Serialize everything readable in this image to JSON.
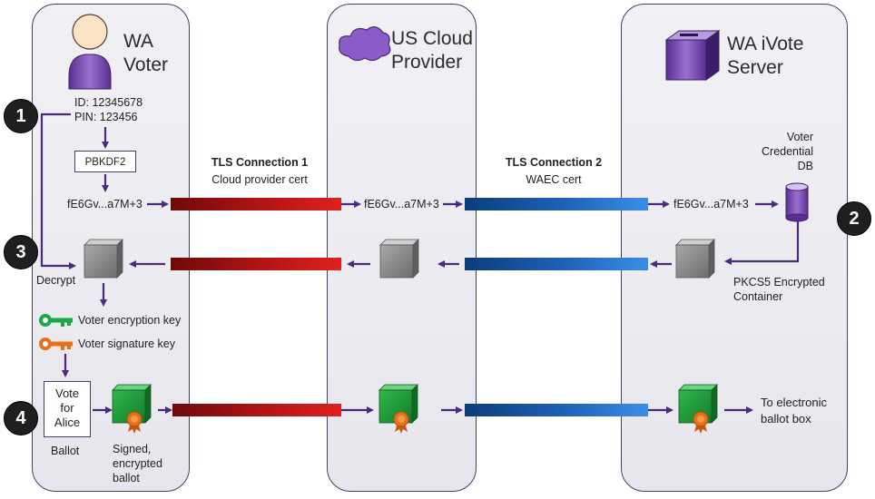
{
  "lanes": {
    "voter": {
      "title_line1": "WA",
      "title_line2": "Voter"
    },
    "cloud": {
      "title_line1": "US Cloud",
      "title_line2": "Provider"
    },
    "server": {
      "title_line1": "WA iVote",
      "title_line2": "Server"
    }
  },
  "steps": [
    "1",
    "2",
    "3",
    "4"
  ],
  "credentials": {
    "id": "ID: 12345678",
    "pin": "PIN: 123456"
  },
  "pbkdf": "PBKDF2",
  "hash_value": "fE6Gv...a7M+3",
  "tls1": {
    "title": "TLS Connection 1",
    "subtitle": "Cloud provider cert"
  },
  "tls2": {
    "title": "TLS Connection 2",
    "subtitle": "WAEC cert"
  },
  "db": {
    "line1": "Voter",
    "line2": "Credential",
    "line3": "DB"
  },
  "decrypt_label": "Decrypt",
  "container": {
    "line1": "PKCS5 Encrypted",
    "line2": "Container"
  },
  "keys": {
    "encryption": "Voter encryption key",
    "signature": "Voter signature key"
  },
  "ballot": {
    "text": "Vote\nfor\nAlice",
    "caption": "Ballot"
  },
  "signed": {
    "line1": "Signed,",
    "line2": "encrypted",
    "line3": "ballot"
  },
  "ballot_box": {
    "line1": "To electronic",
    "line2": "ballot box"
  },
  "colors": {
    "arrow": "#4a2a7a",
    "tls1_dark": "#6e0a0a",
    "tls1_light": "#e02020",
    "tls2_dark": "#0b3d7a",
    "tls2_light": "#3a8ee8",
    "key_green": "#1aa84a",
    "key_orange": "#e8701a",
    "cube_green": "#1f9a3a",
    "cube_gray": "#8a8a8a",
    "purple": "#6a3fa0"
  }
}
